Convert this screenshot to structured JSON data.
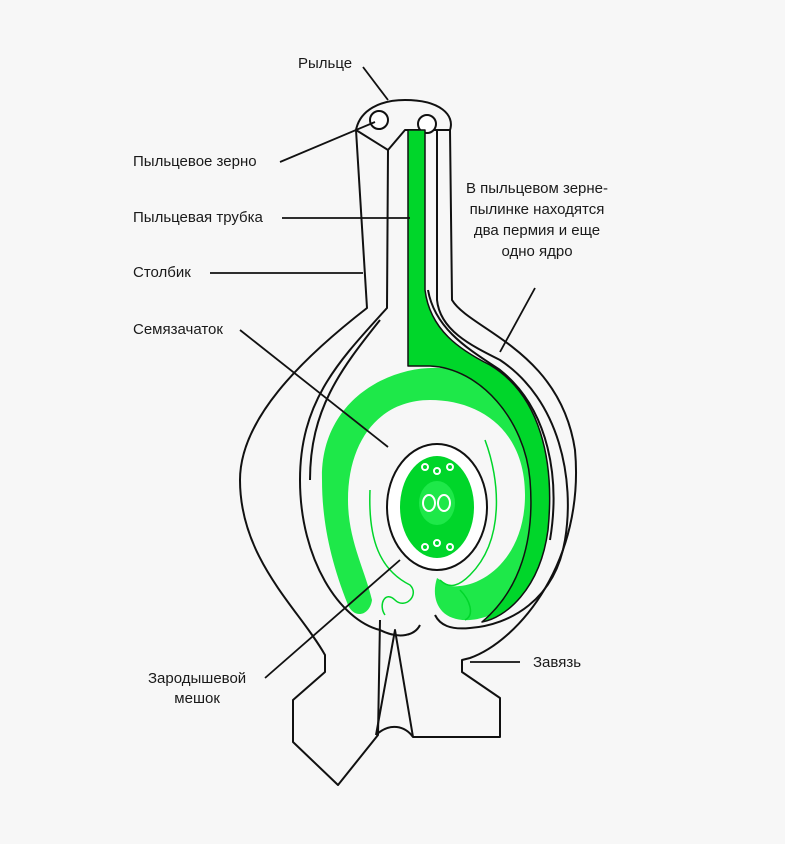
{
  "labels": {
    "stigma": "Рыльце",
    "pollen_grain": "Пыльцевое зерно",
    "pollen_tube": "Пыльцевая трубка",
    "style": "Столбик",
    "ovule": "Семязачаток",
    "embryo_sac_line1": "Зародышевой",
    "embryo_sac_line2": "мешок",
    "ovary": "Завязь",
    "note": "В пыльцевом зерне-пылинке находятся два пермия и еще одно ядро"
  },
  "colors": {
    "green": "#00d62a",
    "light_green": "#1ee849",
    "stroke": "#111111",
    "background": "#f7f7f7"
  }
}
